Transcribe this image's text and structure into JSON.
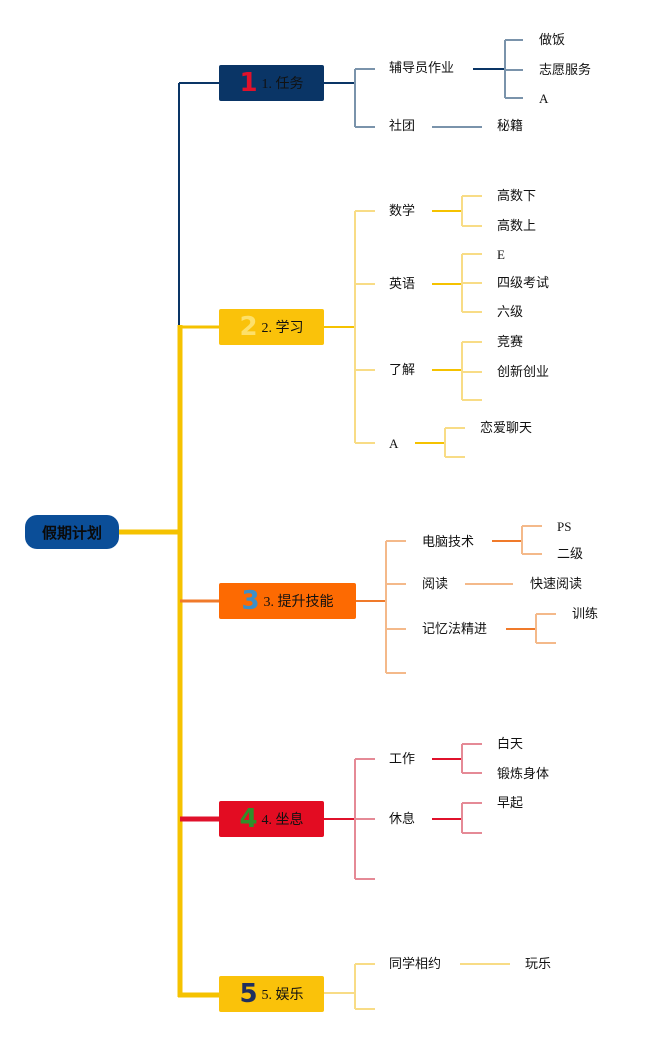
{
  "root": {
    "label": "假期计划",
    "color": "#0b4e98"
  },
  "trunk_color": "#f5c200",
  "branches": [
    {
      "num": "1",
      "label": "1. 任务",
      "box_color": "#0a3566",
      "num_color": "#e0112b",
      "line_color": "#0a3566",
      "sub_line_color": "#7a93ab",
      "children": [
        {
          "label": "辅导员作业",
          "children": [
            {
              "label": "做饭"
            },
            {
              "label": "志愿服务"
            },
            {
              "label": "A"
            }
          ]
        },
        {
          "label": "社团",
          "children": [
            {
              "label": "秘籍"
            }
          ]
        }
      ]
    },
    {
      "num": "2",
      "label": "2. 学习",
      "box_color": "#fac20a",
      "num_color": "#fde06a",
      "line_color": "#f5c200",
      "sub_line_color": "#f8dc86",
      "children": [
        {
          "label": "数学",
          "children": [
            {
              "label": "高数下"
            },
            {
              "label": "高数上"
            }
          ]
        },
        {
          "label": "英语",
          "children": [
            {
              "label": "E"
            },
            {
              "label": "四级考试"
            },
            {
              "label": "六级"
            }
          ]
        },
        {
          "label": "了解",
          "children": [
            {
              "label": "竞赛"
            },
            {
              "label": "创新创业"
            },
            {
              "label": ""
            }
          ]
        },
        {
          "label": "A",
          "children": [
            {
              "label": "恋爱聊天"
            },
            {
              "label": ""
            }
          ]
        }
      ]
    },
    {
      "num": "3",
      "label": "3. 提升技能",
      "box_color": "#fd6a02",
      "num_color": "#3d8fc7",
      "line_color": "#f07a2a",
      "sub_line_color": "#f4b98a",
      "children": [
        {
          "label": "电脑技术",
          "children": [
            {
              "label": "PS"
            },
            {
              "label": "二级"
            }
          ]
        },
        {
          "label": "阅读",
          "children": [
            {
              "label": "快速阅读"
            }
          ]
        },
        {
          "label": "记忆法精进",
          "children": [
            {
              "label": "训练"
            },
            {
              "label": ""
            }
          ]
        },
        {
          "label": "",
          "children": []
        }
      ]
    },
    {
      "num": "4",
      "label": "4. 坐息",
      "box_color": "#e30c22",
      "num_color": "#2f8f2a",
      "line_color": "#e0112b",
      "sub_line_color": "#e58a96",
      "children": [
        {
          "label": "工作",
          "children": [
            {
              "label": "白天"
            },
            {
              "label": "锻炼身体"
            }
          ]
        },
        {
          "label": "休息",
          "children": [
            {
              "label": "早起"
            },
            {
              "label": ""
            }
          ]
        },
        {
          "label": "",
          "children": []
        }
      ]
    },
    {
      "num": "5",
      "label": "5. 娱乐",
      "box_color": "#fac20a",
      "num_color": "#1f2f5e",
      "line_color": "#f5c200",
      "sub_line_color": "#f8dc86",
      "children": [
        {
          "label": "同学相约",
          "children": [
            {
              "label": "玩乐"
            }
          ]
        },
        {
          "label": "",
          "children": []
        }
      ]
    }
  ]
}
